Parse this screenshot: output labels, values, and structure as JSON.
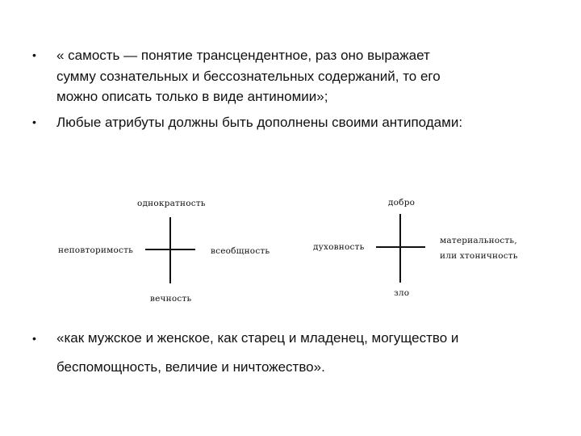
{
  "bullets": [
    {
      "marker": "•",
      "lines": [
        "« самость — понятие  трансцендентное, раз оно выражает",
        "сумму сознательных и  бессознательных содержаний, то его",
        "можно описать только в виде  антиномии»;"
      ]
    },
    {
      "marker": "•",
      "lines": [
        "Любые атрибуты должны быть дополнены своими антиподами:"
      ]
    },
    {
      "marker": "•",
      "lines": [
        "«как мужское и женское, как старец и младенец, могущество и",
        "беспомощность, величие и ничтожество»."
      ]
    }
  ],
  "diagrams": [
    {
      "top": "однократность",
      "bottom": "вечность",
      "left": "неповторимость",
      "right": "всеобщность"
    },
    {
      "top": "добро",
      "bottom": "зло",
      "left": "духовность",
      "right_line1": "материальность,",
      "right_line2": "или хтоничность"
    }
  ]
}
